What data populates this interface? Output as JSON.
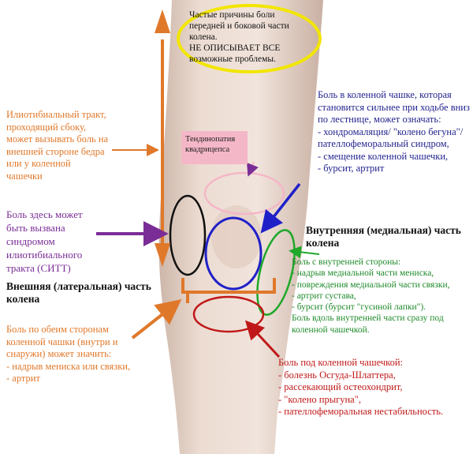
{
  "note": "Частые причины боли передней и боковой части колена.\nНЕ ОПИСЫВАЕТ ВСЕ возможные проблемы.",
  "quadriceps_label": "Тендинопатия квадрицепса",
  "itb_side_label": "Илиотибиальный тракт, проходящий сбоку, может вызывать боль на внешней стороне бедра или у коленной чашечки",
  "itb_syndrome_label": "Боль здесь может быть вызвана синдромом илиотибиального тракта (СИТТ)",
  "lateral_title": "Внешняя (латеральная) часть колена",
  "medial_title": "Внутренняя (медиальная) часть колена",
  "kneecap_pain": "Боль в коленной чашке, которая становится сильнее при ходьбе вниз по лестнице, может означать:\n- хондромаляция/ \"колено бегуна\"/пателлофеморальный синдром,\n- смещение коленной чашечки,\n- бурсит, артрит",
  "inner_pain": "Боль с внутренней стороны:\n- надрыв медиальной части мениска,\n- повреждения медиальной части связки,\n- артрит сустава,\n- бурсит (бурсит \"гусиной лапки\").\nБоль вдоль внутренней части сразу под коленной чашечкой.",
  "both_sides_pain": "Боль по обеим сторонам коленной чашки (внутри и снаружи) может значить:\n- надрыв мениска или связки,\n- артрит",
  "below_kneecap_pain": "Боль под коленной чашечкой:\n- болезнь Осгуда-Шлаттера,\n- рассекающий остеохондрит,\n- \"колено прыгуна\",\n- пателлофеморальная нестабильность.",
  "colors": {
    "orange": "#e0782a",
    "purple": "#7a2d96",
    "blue": "#2020c8",
    "green": "#1fa82a",
    "red": "#c01818",
    "pink": "#f4b7c8",
    "yellow": "#f2e600",
    "skin": "#e8d6cc"
  }
}
